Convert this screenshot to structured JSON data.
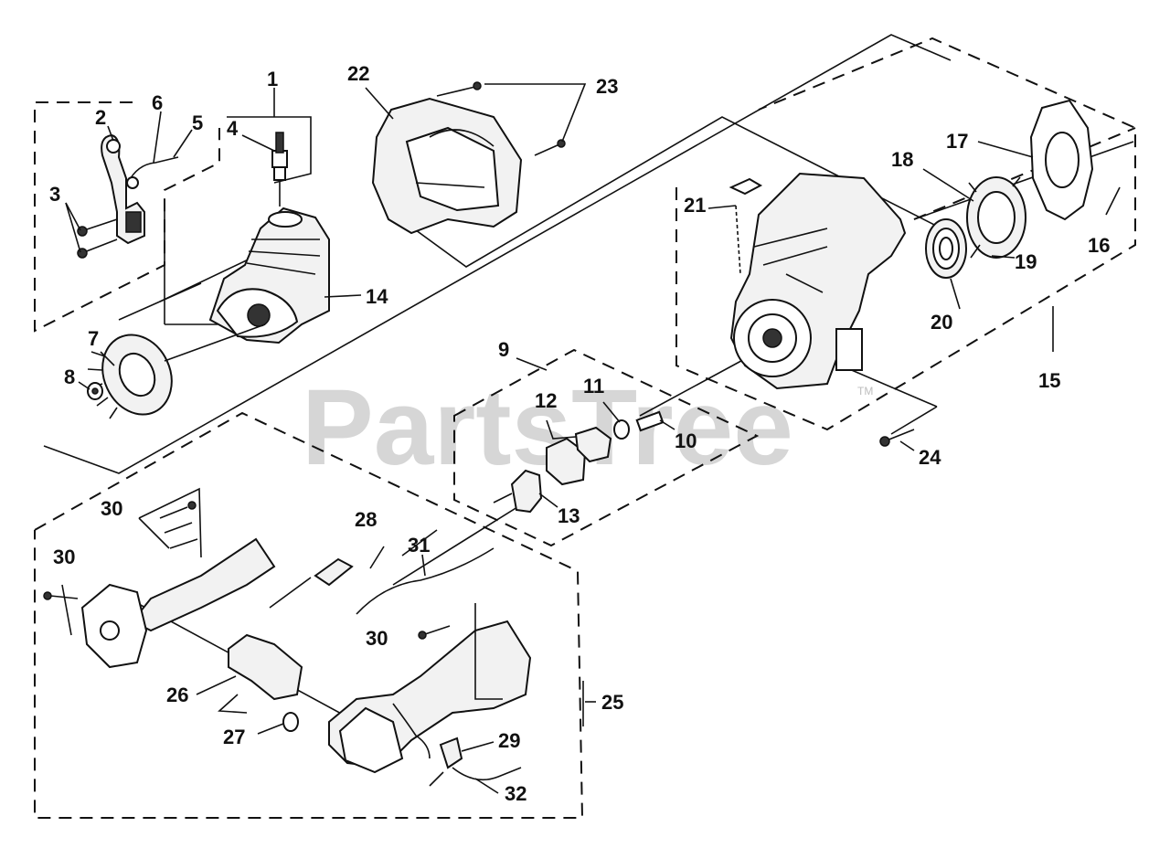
{
  "watermark": {
    "brand": "PartsTree",
    "trademark": "TM"
  },
  "callouts": [
    "1",
    "2",
    "3",
    "4",
    "5",
    "6",
    "7",
    "8",
    "9",
    "10",
    "11",
    "12",
    "13",
    "14",
    "15",
    "16",
    "17",
    "18",
    "19",
    "20",
    "21",
    "22",
    "23",
    "24",
    "25",
    "26",
    "27",
    "28",
    "29",
    "30",
    "31",
    "32"
  ]
}
